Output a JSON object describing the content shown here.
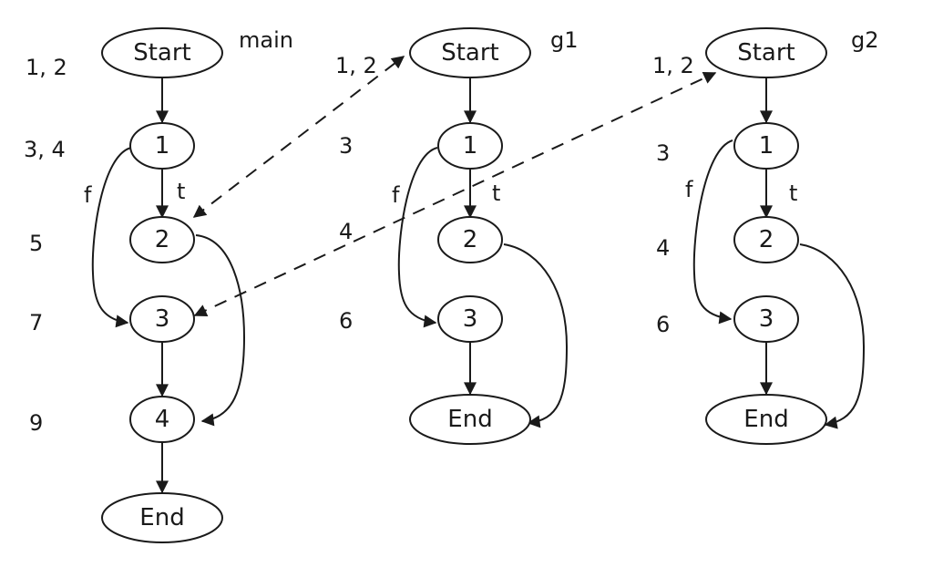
{
  "diagram": {
    "graphs": [
      {
        "id": "main",
        "title": "main",
        "nodes": [
          {
            "id": "start",
            "label": "Start",
            "line_label": "1, 2"
          },
          {
            "id": "n1",
            "label": "1",
            "line_label": "3, 4"
          },
          {
            "id": "n2",
            "label": "2",
            "line_label": "5"
          },
          {
            "id": "n3",
            "label": "3",
            "line_label": "7"
          },
          {
            "id": "n4",
            "label": "4",
            "line_label": "9"
          },
          {
            "id": "end",
            "label": "End",
            "line_label": ""
          }
        ],
        "edges": [
          {
            "from": "start",
            "to": "n1",
            "label": ""
          },
          {
            "from": "n1",
            "to": "n2",
            "label": "t"
          },
          {
            "from": "n1",
            "to": "n3",
            "label": "f"
          },
          {
            "from": "n2",
            "to": "n4",
            "label": ""
          },
          {
            "from": "n3",
            "to": "n4",
            "label": ""
          },
          {
            "from": "n4",
            "to": "end",
            "label": ""
          }
        ]
      },
      {
        "id": "g1",
        "title": "g1",
        "nodes": [
          {
            "id": "start",
            "label": "Start",
            "line_label": "1, 2"
          },
          {
            "id": "n1",
            "label": "1",
            "line_label": "3"
          },
          {
            "id": "n2",
            "label": "2",
            "line_label": "4"
          },
          {
            "id": "n3",
            "label": "3",
            "line_label": "6"
          },
          {
            "id": "end",
            "label": "End",
            "line_label": ""
          }
        ],
        "edges": [
          {
            "from": "start",
            "to": "n1",
            "label": ""
          },
          {
            "from": "n1",
            "to": "n2",
            "label": "t"
          },
          {
            "from": "n1",
            "to": "n3",
            "label": "f"
          },
          {
            "from": "n2",
            "to": "end",
            "label": ""
          },
          {
            "from": "n3",
            "to": "end",
            "label": ""
          }
        ]
      },
      {
        "id": "g2",
        "title": "g2",
        "nodes": [
          {
            "id": "start",
            "label": "Start",
            "line_label": "1, 2"
          },
          {
            "id": "n1",
            "label": "1",
            "line_label": "3"
          },
          {
            "id": "n2",
            "label": "2",
            "line_label": "4"
          },
          {
            "id": "n3",
            "label": "3",
            "line_label": "6"
          },
          {
            "id": "end",
            "label": "End",
            "line_label": ""
          }
        ],
        "edges": [
          {
            "from": "start",
            "to": "n1",
            "label": ""
          },
          {
            "from": "n1",
            "to": "n2",
            "label": "t"
          },
          {
            "from": "n1",
            "to": "n3",
            "label": "f"
          },
          {
            "from": "n2",
            "to": "end",
            "label": ""
          },
          {
            "from": "n3",
            "to": "end",
            "label": ""
          }
        ]
      }
    ],
    "interprocedural_edges": [
      {
        "from_graph": "main",
        "from_node": "n2",
        "to_graph": "g1",
        "to_node": "start",
        "style": "dashed",
        "bidirectional": true
      },
      {
        "from_graph": "main",
        "from_node": "n3",
        "to_graph": "g2",
        "to_node": "start",
        "style": "dashed",
        "bidirectional": true
      }
    ]
  }
}
